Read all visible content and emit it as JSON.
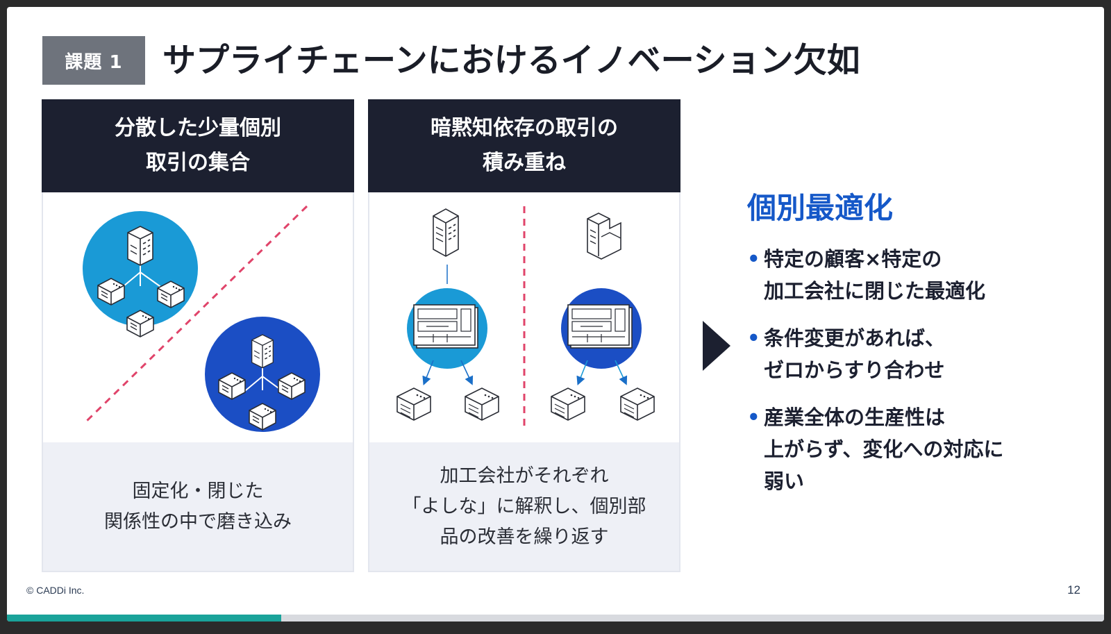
{
  "slide": {
    "badge": "課題 1",
    "title": "サプライチェーンにおけるイノベーション欠如",
    "panels": [
      {
        "heading": [
          "分散した少量個別",
          "取引の集合"
        ],
        "caption": [
          "固定化・閉じた",
          "関係性の中で磨き込み"
        ]
      },
      {
        "heading": [
          "暗黙知依存の取引の",
          "積み重ね"
        ],
        "caption": [
          "加工会社がそれぞれ",
          "「よしな」に解釈し、個別部",
          "品の改善を繰り返す"
        ]
      }
    ],
    "conclusion": {
      "heading": "個別最適化",
      "bullets": [
        [
          "特定の顧客×特定の",
          "加工会社に閉じた最適化"
        ],
        [
          "条件変更があれば、",
          "ゼロからすり合わせ"
        ],
        [
          "産業全体の生産性は",
          "上がらず、変化への対応に",
          "弱い"
        ]
      ]
    },
    "footer": {
      "copyright": "© CADDi Inc.",
      "page_number": "12",
      "progress": 0.25
    },
    "colors": {
      "dark": "#1c2030",
      "accent_blue": "#1558c8",
      "light_blue": "#1a9ad6",
      "dashed_red": "#e0446a",
      "progress": "#1aa39a"
    },
    "icons": [
      "building-icon",
      "factory-icon",
      "drawing-document-icon",
      "network-circle-icon"
    ]
  }
}
